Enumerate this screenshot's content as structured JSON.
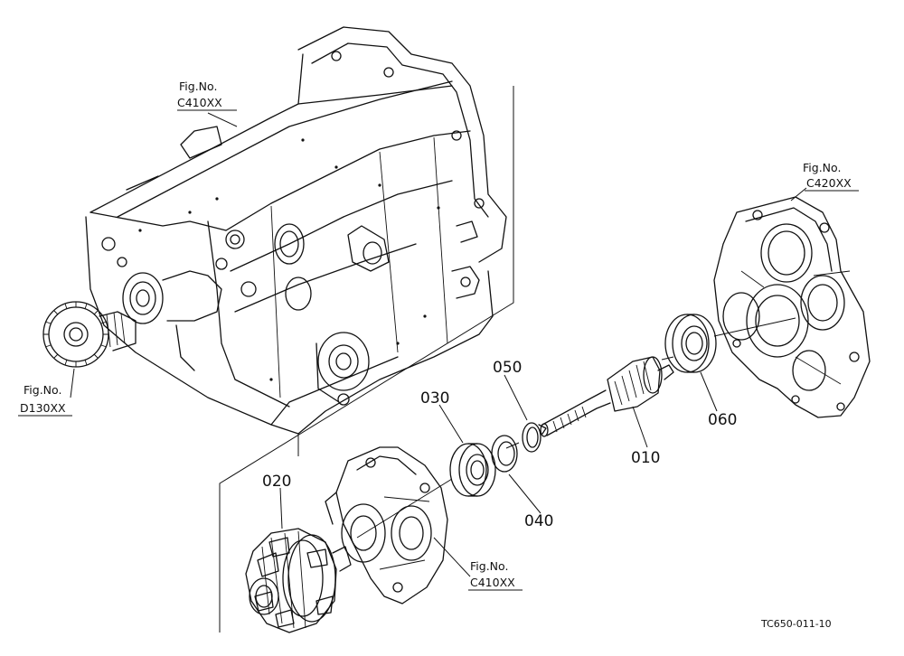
{
  "labels": {
    "ref_c410_top": {
      "line1": "Fig.No.",
      "line2": "C410XX"
    },
    "ref_c420": {
      "line1": "Fig.No.",
      "line2": "C420XX"
    },
    "ref_d130": {
      "line1": "Fig.No.",
      "line2": "D130XX"
    },
    "ref_c410_bottom": {
      "line1": "Fig.No.",
      "line2": "C410XX"
    }
  },
  "parts": {
    "p010": "010",
    "p020": "020",
    "p030": "030",
    "p040": "040",
    "p050": "050",
    "p060": "060"
  },
  "drawing_code": "TC650-011-10"
}
